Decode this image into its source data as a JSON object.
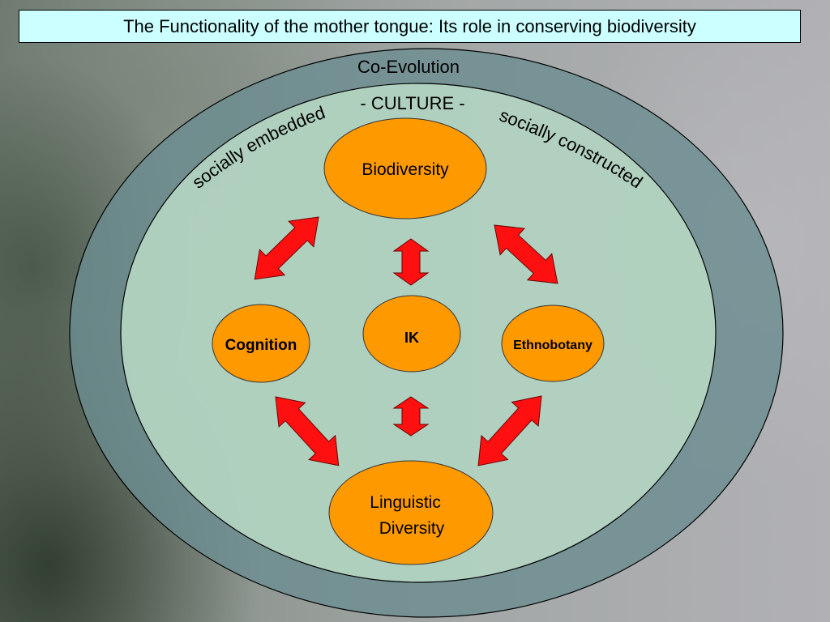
{
  "title": "The Functionality of the mother tongue: Its role in conserving biodiversity",
  "diagram": {
    "outer_label": "Co-Evolution",
    "inner_label": "- CULTURE -",
    "arc_left": "socially embedded",
    "arc_right": "socially constructed",
    "nodes": {
      "biodiversity": "Biodiversity",
      "cognition": "Cognition",
      "ik": "IK",
      "ethnobotany": "Ethnobotany",
      "linguistic_diversity": [
        "Linguistic",
        "Diversity"
      ]
    }
  },
  "colors": {
    "title_bg": "#ccffff",
    "node_fill": "#ff9900",
    "arrow_fill": "#ff1010",
    "outer_ellipse": "#6d8d91",
    "inner_ellipse": "#bfe0c9"
  }
}
